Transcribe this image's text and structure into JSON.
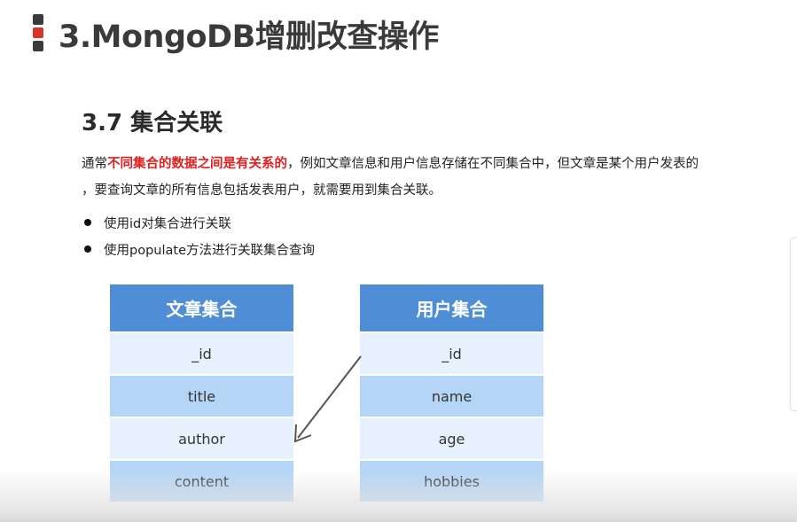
{
  "slide": {
    "title": "3.MongoDB增删改查操作",
    "icon": "slide-bullet-icon",
    "icon_colors": [
      "#3a3a3a",
      "#d9342b",
      "#3a3a3a"
    ]
  },
  "section": {
    "title": "3.7 集合关联"
  },
  "paragraph": {
    "prefix": "通常",
    "highlight": "不同集合的数据之间是有关系的",
    "suffix": "，例如文章信息和用户信息存储在不同集合中，但文章是某个用户发表的",
    "line2": "，要查询文章的所有信息包括发表用户，就需要用到集合关联。",
    "highlight_color": "#e02020"
  },
  "bullets": [
    "使用id对集合进行关联",
    "使用populate方法进行关联集合查询"
  ],
  "diagram": {
    "article_collection": {
      "header": "文章集合",
      "fields": [
        "_id",
        "title",
        "author",
        "content"
      ]
    },
    "user_collection": {
      "header": "用户集合",
      "fields": [
        "_id",
        "name",
        "age",
        "hobbies"
      ]
    },
    "colors": {
      "header": "#4f8dd7",
      "row_light": "#e6f1fd",
      "row_mid": "#b4d5f6",
      "arrow": "#555555"
    }
  }
}
